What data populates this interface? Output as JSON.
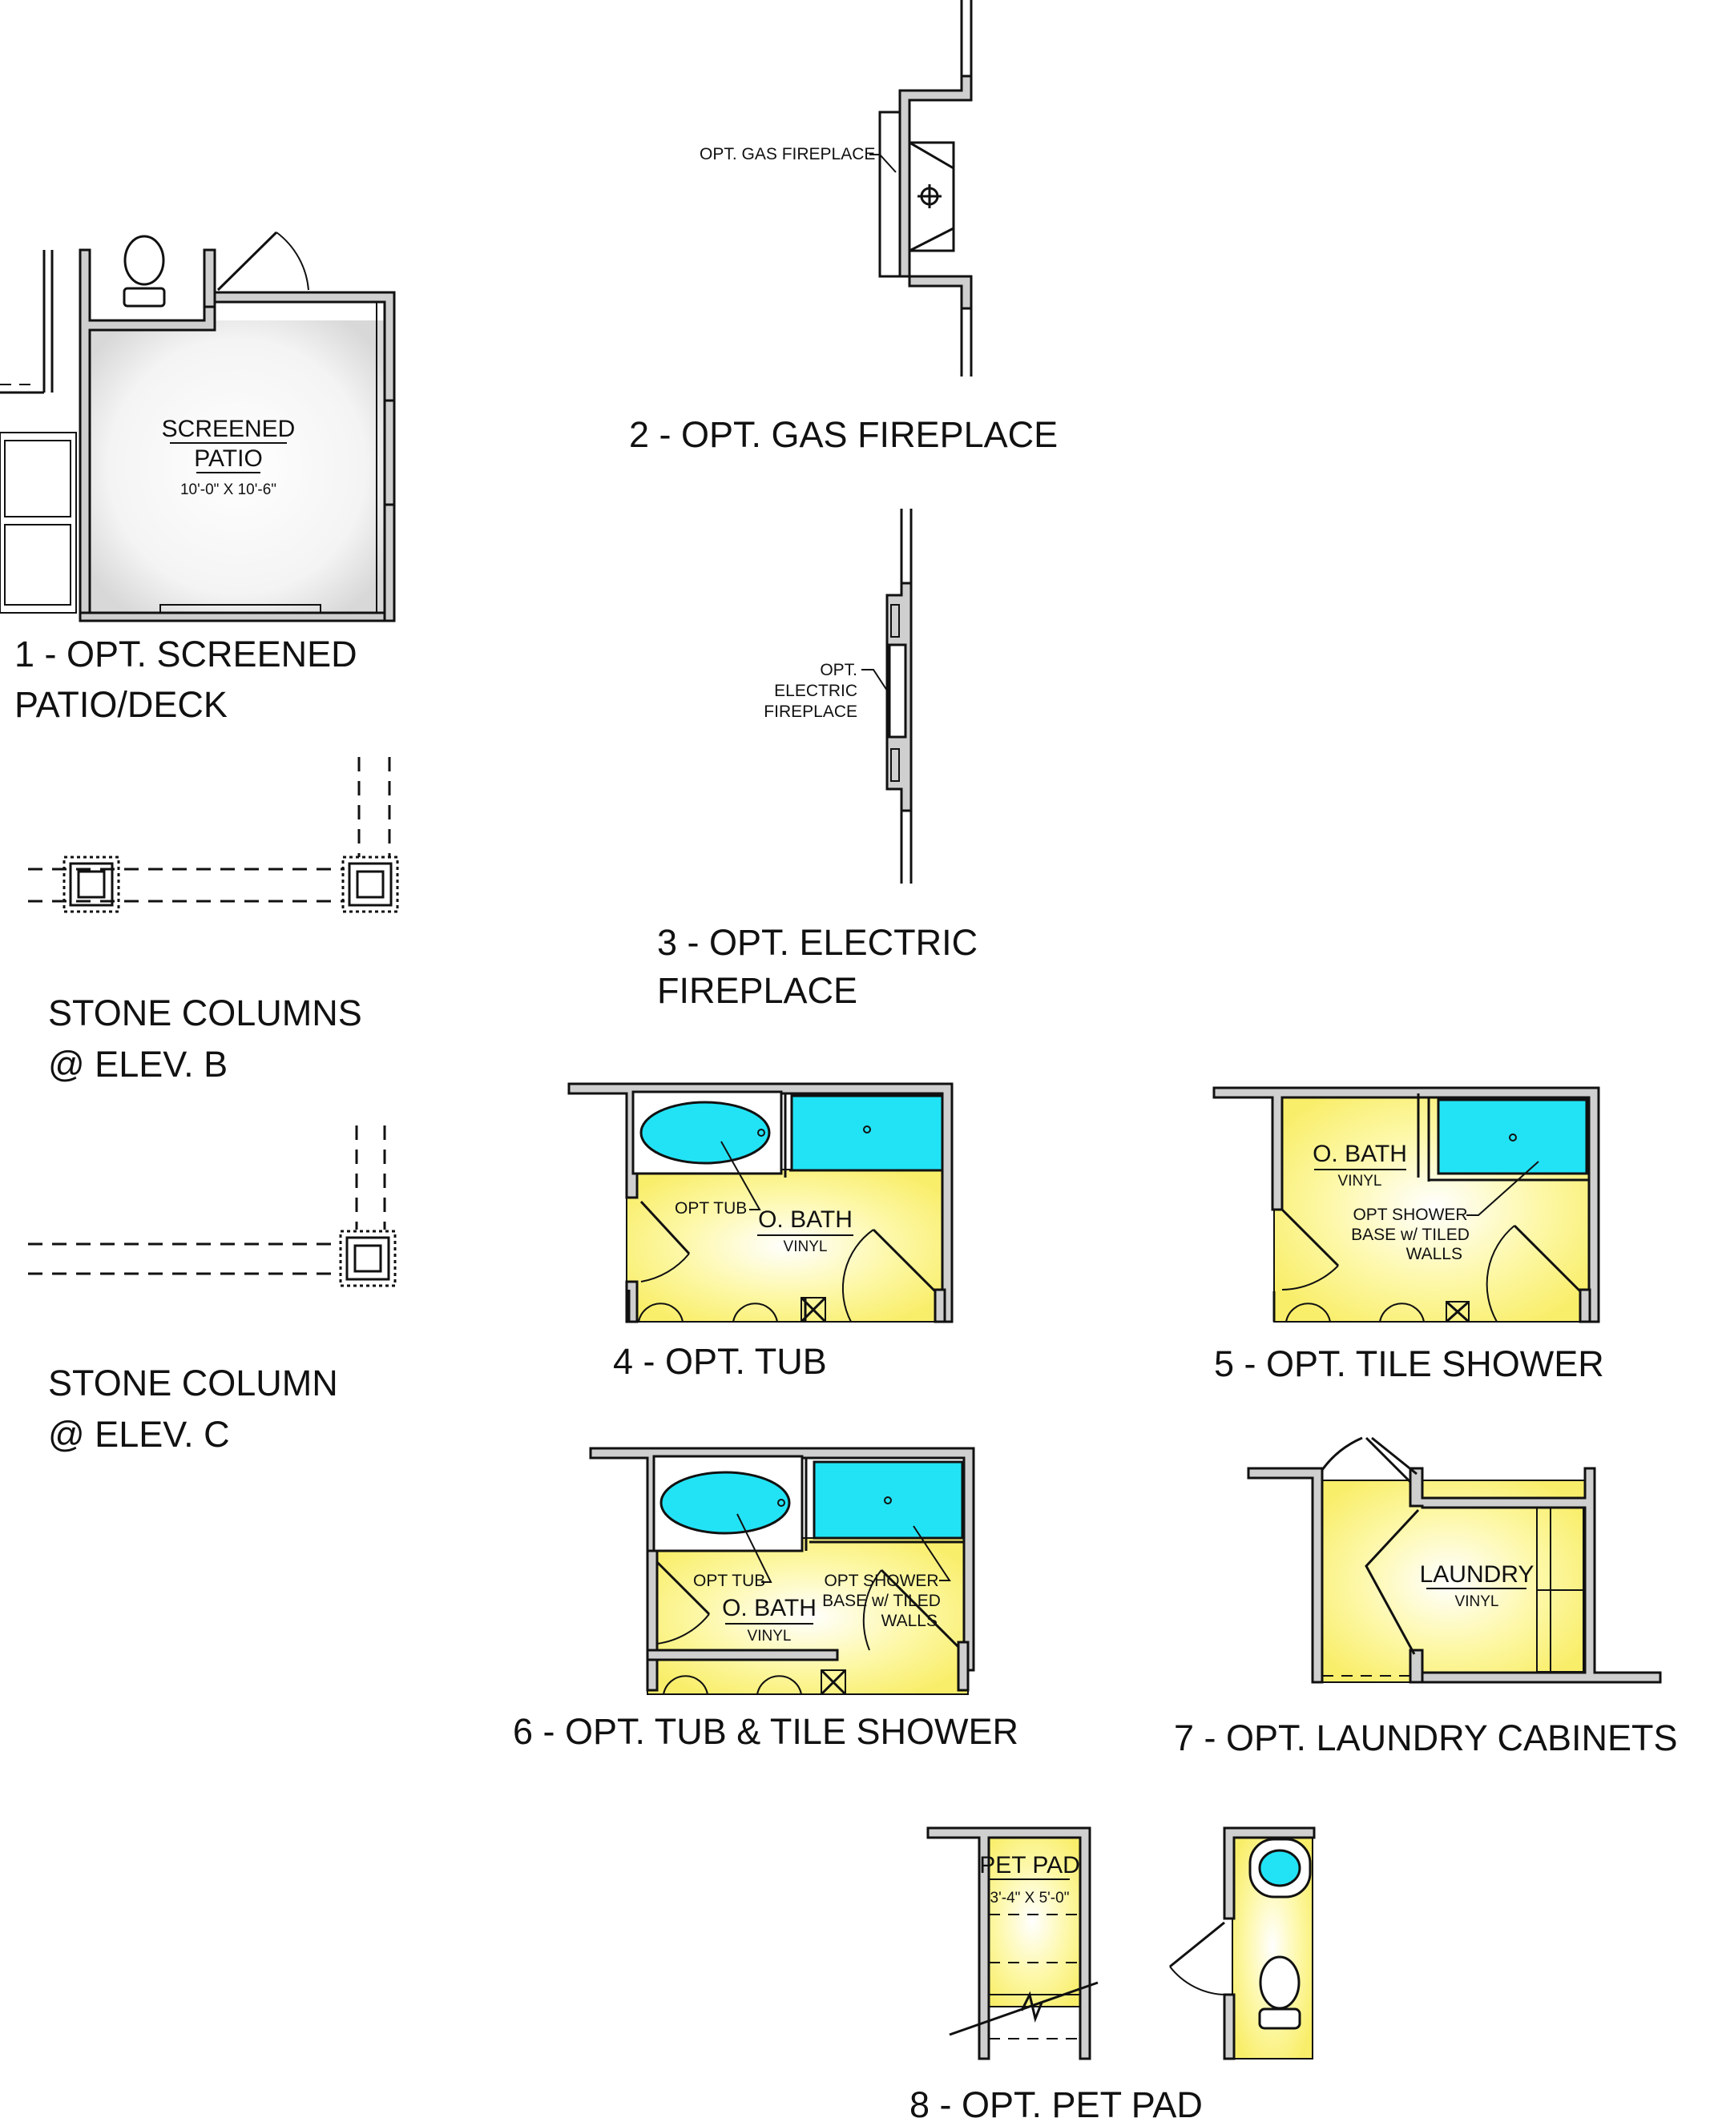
{
  "options": [
    {
      "id": 1,
      "caption_line1": "1 - OPT. SCREENED",
      "caption_line2": "PATIO/DECK",
      "room_label": "SCREENED",
      "room_label2": "PATIO",
      "room_dims": "10'-0\" X 10'-6\""
    },
    {
      "id": 2,
      "caption": "2 - OPT. GAS FIREPLACE",
      "note": "OPT. GAS FIREPLACE"
    },
    {
      "id": 3,
      "caption_line1": "3 - OPT. ELECTRIC",
      "caption_line2": "FIREPLACE",
      "note_line1": "OPT.",
      "note_line2": "ELECTRIC",
      "note_line3": "FIREPLACE"
    },
    {
      "id": 4,
      "caption": "4 - OPT. TUB",
      "room_label": "O. BATH",
      "room_finish": "VINYL",
      "note": "OPT TUB"
    },
    {
      "id": 5,
      "caption": "5 - OPT. TILE SHOWER",
      "room_label": "O. BATH",
      "room_finish": "VINYL",
      "note_line1": "OPT SHOWER",
      "note_line2": "BASE w/ TILED",
      "note_line3": "WALLS"
    },
    {
      "id": 6,
      "caption": "6 - OPT. TUB & TILE SHOWER",
      "room_label": "O. BATH",
      "room_finish": "VINYL",
      "note_tub": "OPT TUB",
      "note_line1": "OPT SHOWER",
      "note_line2": "BASE w/ TILED",
      "note_line3": "WALLS"
    },
    {
      "id": 7,
      "caption": "7 - OPT. LAUNDRY CABINETS",
      "room_label": "LAUNDRY",
      "room_finish": "VINYL"
    },
    {
      "id": 8,
      "caption": "8 - OPT. PET PAD",
      "room_label": "PET PAD",
      "room_dims": "3'-4\" X 5'-0\""
    }
  ],
  "columns": [
    {
      "caption_line1": "STONE COLUMNS",
      "caption_line2": "@ ELEV. B"
    },
    {
      "caption_line1": "STONE COLUMN",
      "caption_line2": "@ ELEV. C"
    }
  ],
  "colors": {
    "room_fill": "#fdf58a",
    "fixture_accent": "#22e3f5",
    "wall_fill": "#cfcfcf",
    "line": "#111111"
  }
}
